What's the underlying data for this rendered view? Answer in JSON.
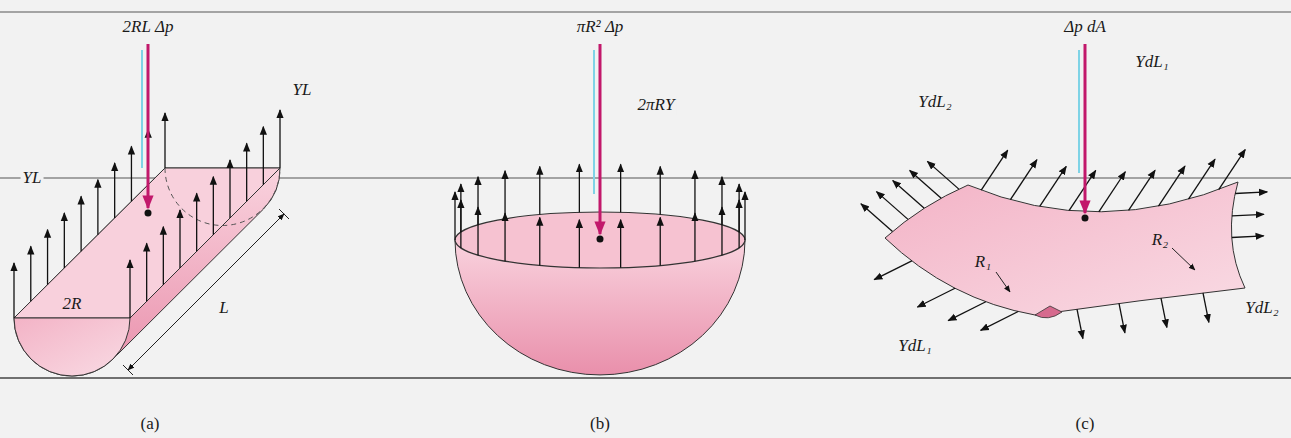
{
  "diagram": {
    "labels": [
      "2RL Δp",
      "ΥL",
      "ΥL",
      "2R",
      "L",
      "(a)",
      "πR² Δp",
      "2πRΥ",
      "(b)",
      "Δp dA",
      "ΥdL₁",
      "ΥdL₂",
      "R₂",
      "R₁",
      "ΥdL₂",
      "ΥdL₁",
      "(c)"
    ]
  }
}
